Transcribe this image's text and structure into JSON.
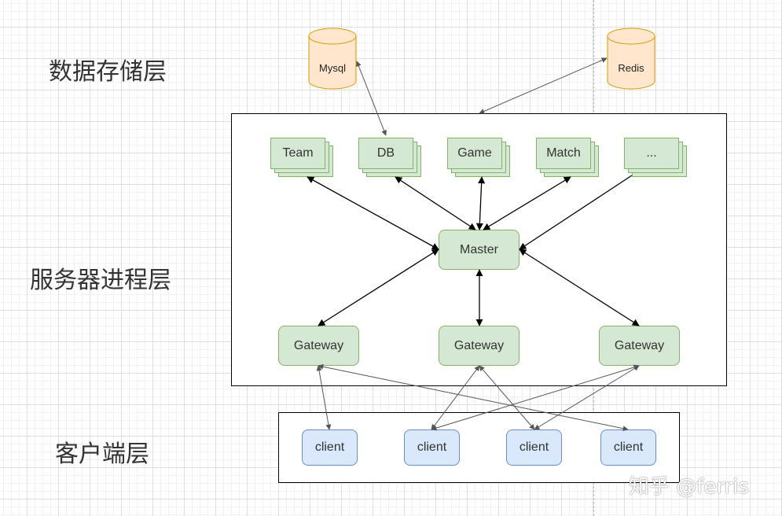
{
  "layers": {
    "storage": "数据存储层",
    "server": "服务器进程层",
    "client": "客户端层"
  },
  "storage": {
    "mysql": "Mysql",
    "redis": "Redis"
  },
  "services": [
    "Team",
    "DB",
    "Game",
    "Match",
    "..."
  ],
  "master": "Master",
  "gateways": [
    "Gateway",
    "Gateway",
    "Gateway"
  ],
  "clients": [
    "client",
    "client",
    "client",
    "client"
  ],
  "watermark": "知乎 @ferris",
  "colors": {
    "service_fill": "#d5e8d4",
    "service_border": "#82b366",
    "client_fill": "#dae8fc",
    "client_border": "#6c8ebf",
    "storage_fill": "#ffe6cc",
    "storage_border": "#d79b00"
  }
}
